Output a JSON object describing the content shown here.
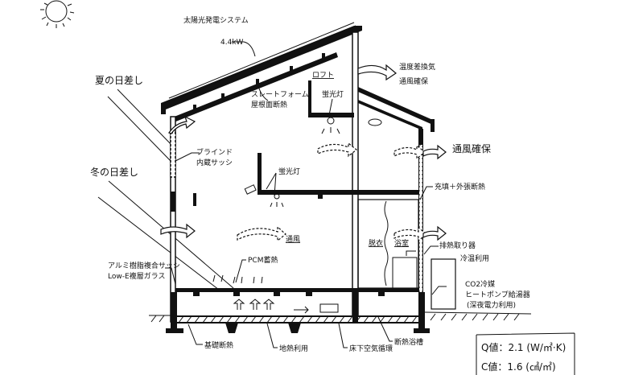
{
  "title": "住宅断面図（省エネ計画）",
  "labels": {
    "solar_pv": "太陽光発電システム",
    "solar_pv_capacity": "4.4kW",
    "roof_insulation_1": "スレートフォーム",
    "roof_insulation_2": "屋根面断熱",
    "loft": "ロフト",
    "stack_vent_1": "温度差換気",
    "stack_vent_2": "通風確保",
    "loft_light": "蛍光灯",
    "summer_sun": "夏の日差し",
    "winter_sun": "冬の日差し",
    "blind_sash_1": "ブラインド",
    "blind_sash_2": "内蔵サッシ",
    "fluorescent_light": "蛍光灯",
    "ventilation": "通風",
    "ventilation_secure": "通風確保",
    "wall_insulation": "充填＋外張断熱",
    "alu_sash_1": "アルミ樹脂複合サッシ",
    "alu_sash_2": "Low-E複層ガラス",
    "pcm": "PCM蓄熱",
    "dressing": "脱衣",
    "bath": "浴室",
    "heat_recovery_1": "排熱取り器",
    "heat_recovery_2": "冷温利用",
    "heat_pump_1": "CO2冷媒",
    "heat_pump_2": "ヒートポンプ給湯器",
    "heat_pump_3": "(深夜電力利用)",
    "foundation_insulation": "基礎断熱",
    "geothermal": "地熱利用",
    "underfloor_air": "床下空気循環",
    "bathtub_insulation": "断熱浴槽"
  },
  "performance": {
    "q_value": "Q値：2.1 (W/㎡·K)",
    "c_value": "C値：1.6 (㎠/㎡)"
  }
}
